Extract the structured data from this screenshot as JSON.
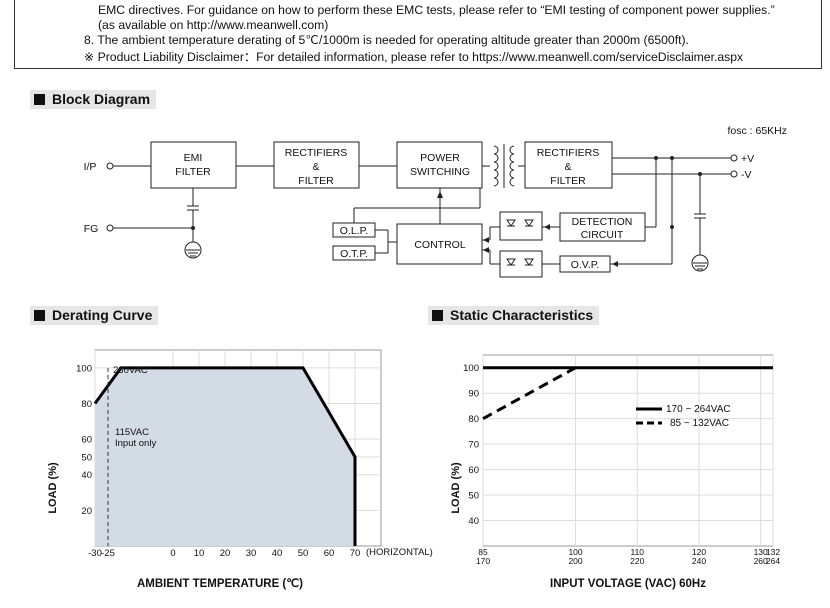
{
  "notes": {
    "lines": [
      "EMC directives. For guidance on how to perform these EMC tests, please refer to “EMI testing of component power supplies.”",
      "(as available on http://www.meanwell.com)",
      "8. The ambient temperature derating of 5℃/1000m is needed for operating altitude greater than 2000m (6500ft).",
      "※ Product Liability Disclaimer：For detailed information, please refer to https://www.meanwell.com/serviceDisclaimer.aspx"
    ]
  },
  "block_diagram": {
    "title": "Block Diagram",
    "fosc": "fosc : 65KHz",
    "labels": {
      "ip": "I/P",
      "fg": "FG",
      "vplus": "+V",
      "vminus": "-V",
      "emi": [
        "EMI",
        "FILTER"
      ],
      "rect1": [
        "RECTIFIERS",
        "&",
        "FILTER"
      ],
      "power": [
        "POWER",
        "SWITCHING"
      ],
      "rect2": [
        "RECTIFIERS",
        "&",
        "FILTER"
      ],
      "olp": "O.L.P.",
      "otp": "O.T.P.",
      "control": "CONTROL",
      "detection": [
        "DETECTION",
        "CIRCUIT"
      ],
      "ovp": "O.V.P."
    }
  },
  "derating": {
    "title": "Derating Curve",
    "chart_data": {
      "type": "area",
      "xlabel": "AMBIENT TEMPERATURE (℃)",
      "ylabel": "LOAD (%)",
      "x_ticks": [
        "-30",
        "-25",
        "0",
        "10",
        "20",
        "30",
        "40",
        "50",
        "60",
        "70"
      ],
      "x_suffix": "(HORIZONTAL)",
      "y_ticks": [
        "20",
        "40",
        "50",
        "60",
        "80",
        "100"
      ],
      "xlim": [
        -30,
        80
      ],
      "ylim": [
        0,
        110
      ],
      "series": [
        {
          "name": "230VAC",
          "points": [
            [
              -30,
              80
            ],
            [
              -20,
              100
            ],
            [
              50,
              100
            ],
            [
              70,
              50
            ],
            [
              70,
              0
            ]
          ]
        }
      ],
      "annotations": [
        {
          "text": "230VAC"
        },
        {
          "text": "115VAC"
        },
        {
          "text": "Input only"
        }
      ],
      "marker_x": -25
    }
  },
  "static": {
    "title": "Static Characteristics",
    "chart_data": {
      "type": "line",
      "xlabel": "INPUT VOLTAGE (VAC) 60Hz",
      "ylabel": "LOAD (%)",
      "x_ticks_top": [
        "85",
        "100",
        "110",
        "120",
        "130",
        "132"
      ],
      "x_ticks_bottom": [
        "170",
        "200",
        "220",
        "240",
        "260",
        "264"
      ],
      "y_ticks": [
        "40",
        "50",
        "60",
        "70",
        "80",
        "90",
        "100"
      ],
      "ylim": [
        30,
        105
      ],
      "series": [
        {
          "name": "170 ~ 264VAC",
          "style": "solid",
          "points": [
            [
              85,
              100
            ],
            [
              132,
              100
            ]
          ]
        },
        {
          "name": "85 ~ 132VAC",
          "style": "dashed",
          "points": [
            [
              85,
              80
            ],
            [
              100,
              100
            ]
          ]
        }
      ]
    }
  }
}
